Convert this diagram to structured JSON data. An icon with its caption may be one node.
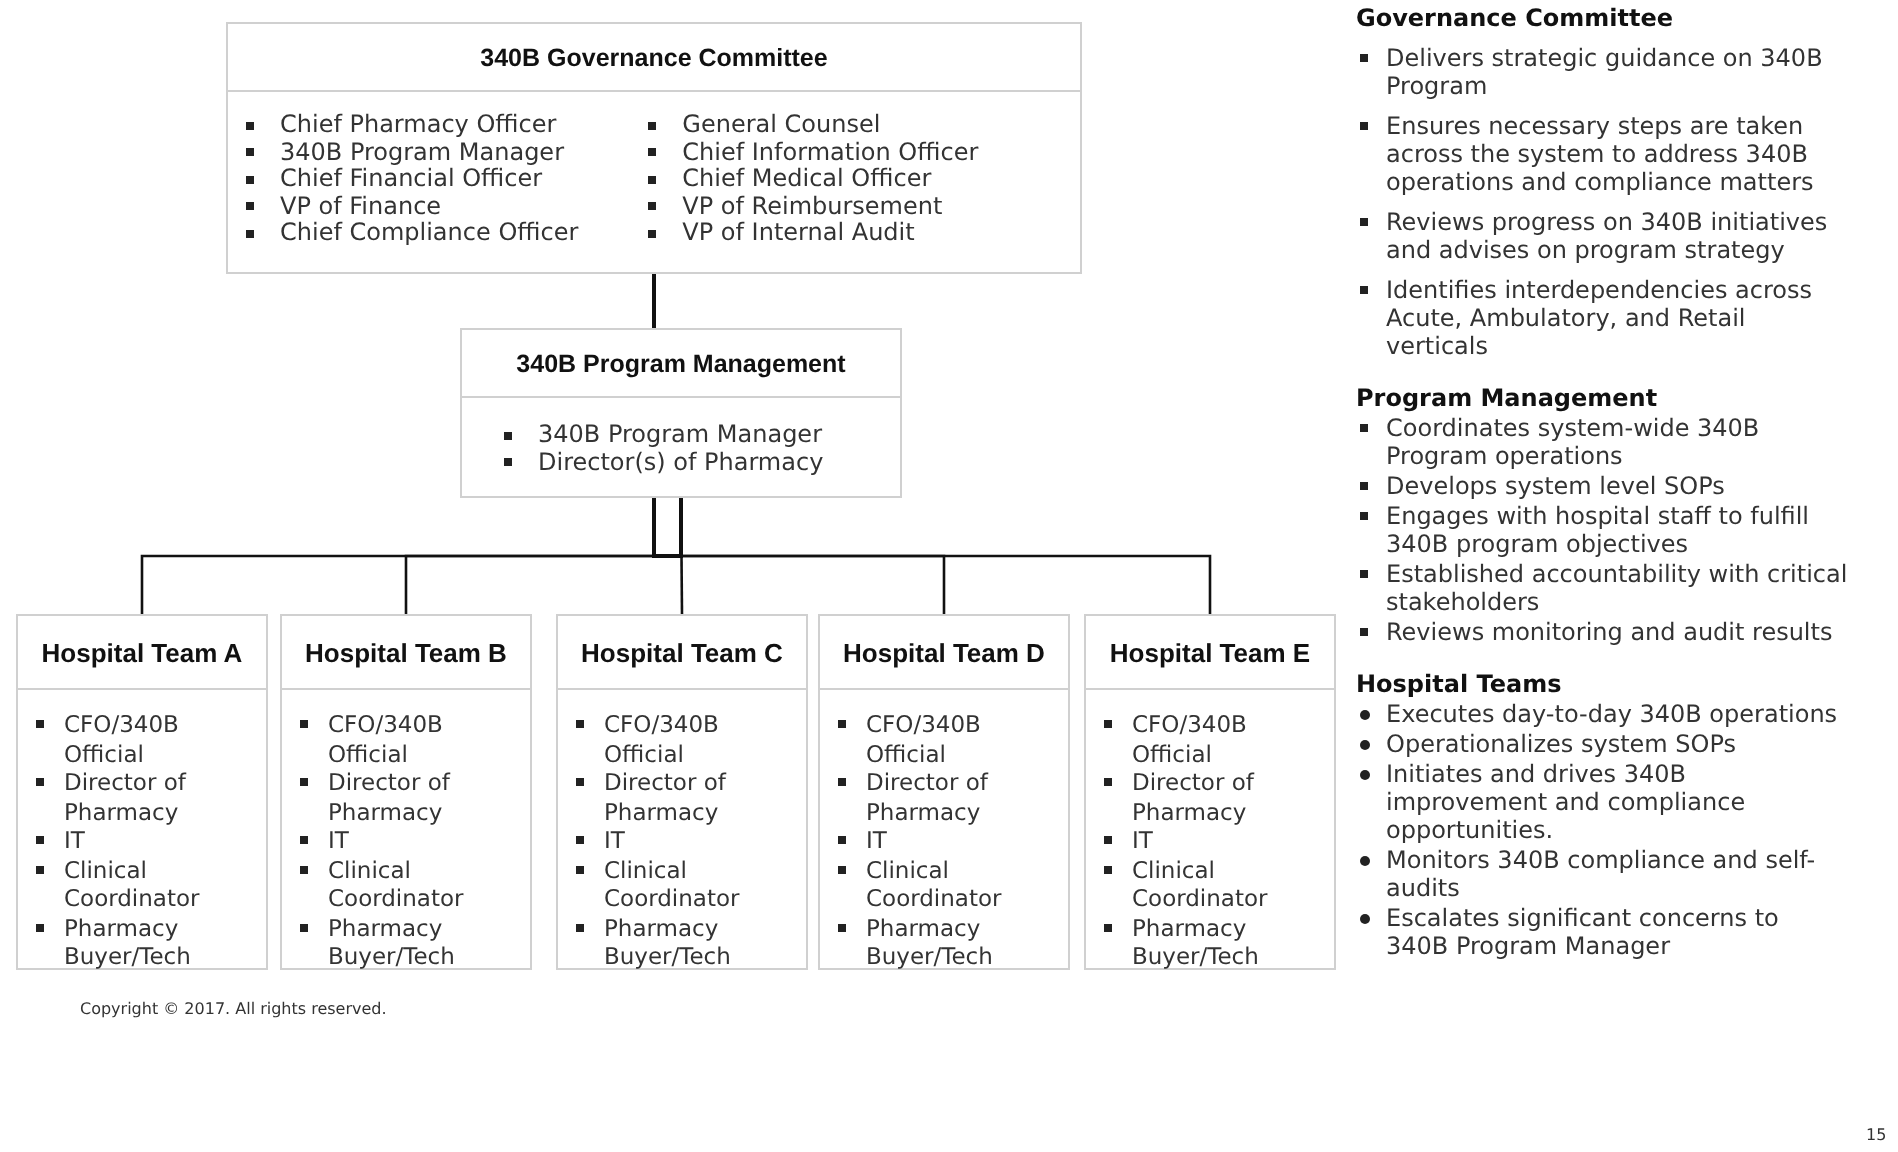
{
  "diagram": {
    "nodes": [
      {
        "text": [
          "340B Governance Committee",
          "Chief Pharmacy Officer",
          "340B Program Manager",
          "Chief Financial Officer",
          "VP of Finance",
          "Chief Compliance Officer",
          "General Counsel",
          "Chief Information Officer",
          "Chief Medical Officer",
          "VP of Reimbursement",
          "VP of Internal Audit"
        ]
      },
      {
        "text": [
          "340B Program Management",
          "340B Program Manager",
          "Director(s) of Pharmacy"
        ]
      },
      {
        "text": [
          "Hospital Team A",
          "CFO/340B Official",
          "Director of Pharmacy",
          "IT",
          "Clinical Coordinator",
          "Pharmacy Buyer/Tech"
        ]
      },
      {
        "text": [
          "Hospital Team B",
          "CFO/340B Official",
          "Director of Pharmacy",
          "IT",
          "Clinical Coordinator",
          "Pharmacy Buyer/Tech"
        ]
      },
      {
        "text": [
          "Hospital Team C",
          "CFO/340B Official",
          "Director of Pharmacy",
          "IT",
          "Clinical Coordinator",
          "Pharmacy Buyer/Tech"
        ]
      },
      {
        "text": [
          "Hospital Team D",
          "CFO/340B Official",
          "Director of Pharmacy",
          "IT",
          "Clinical Coordinator",
          "Pharmacy Buyer/Tech"
        ]
      },
      {
        "text": [
          "Hospital Team E",
          "CFO/340B Official",
          "Director of Pharmacy",
          "IT",
          "Clinical Coordinator",
          "Pharmacy Buyer/Tech"
        ]
      }
    ],
    "edges": [
      {
        "from": 0,
        "to": 1,
        "arrow": "none"
      },
      {
        "from": 1,
        "to": 2,
        "arrow": "none"
      },
      {
        "from": 1,
        "to": 3,
        "arrow": "none"
      },
      {
        "from": 1,
        "to": 4,
        "arrow": "none"
      },
      {
        "from": 1,
        "to": 5,
        "arrow": "none"
      },
      {
        "from": 1,
        "to": 6,
        "arrow": "none"
      }
    ],
    "labels": [
      "Governance Committee",
      "Delivers strategic guidance on 340B Program",
      "Ensures necessary steps are taken across the system to address 340B operations and compliance matters",
      "Reviews progress on 340B initiatives and advises on program strategy",
      "Identifies interdependencies across Acute, Ambulatory, and Retail verticals",
      "Program Management",
      "Coordinates system-wide 340B Program operations",
      "Develops system level SOPs",
      "Engages with hospital staff to fulfill 340B program objectives",
      "Established accountability with critical stakeholders",
      "Reviews monitoring and audit results",
      "Hospital Teams",
      "Executes day-to-day 340B operations",
      "Operationalizes system SOPs",
      "Initiates and drives 340B improvement and compliance opportunities.",
      "Monitors 340B compliance and self-audits",
      "Escalates significant concerns to 340B Program Manager",
      "Copyright © 2017. All rights reserved.",
      "15"
    ]
  }
}
